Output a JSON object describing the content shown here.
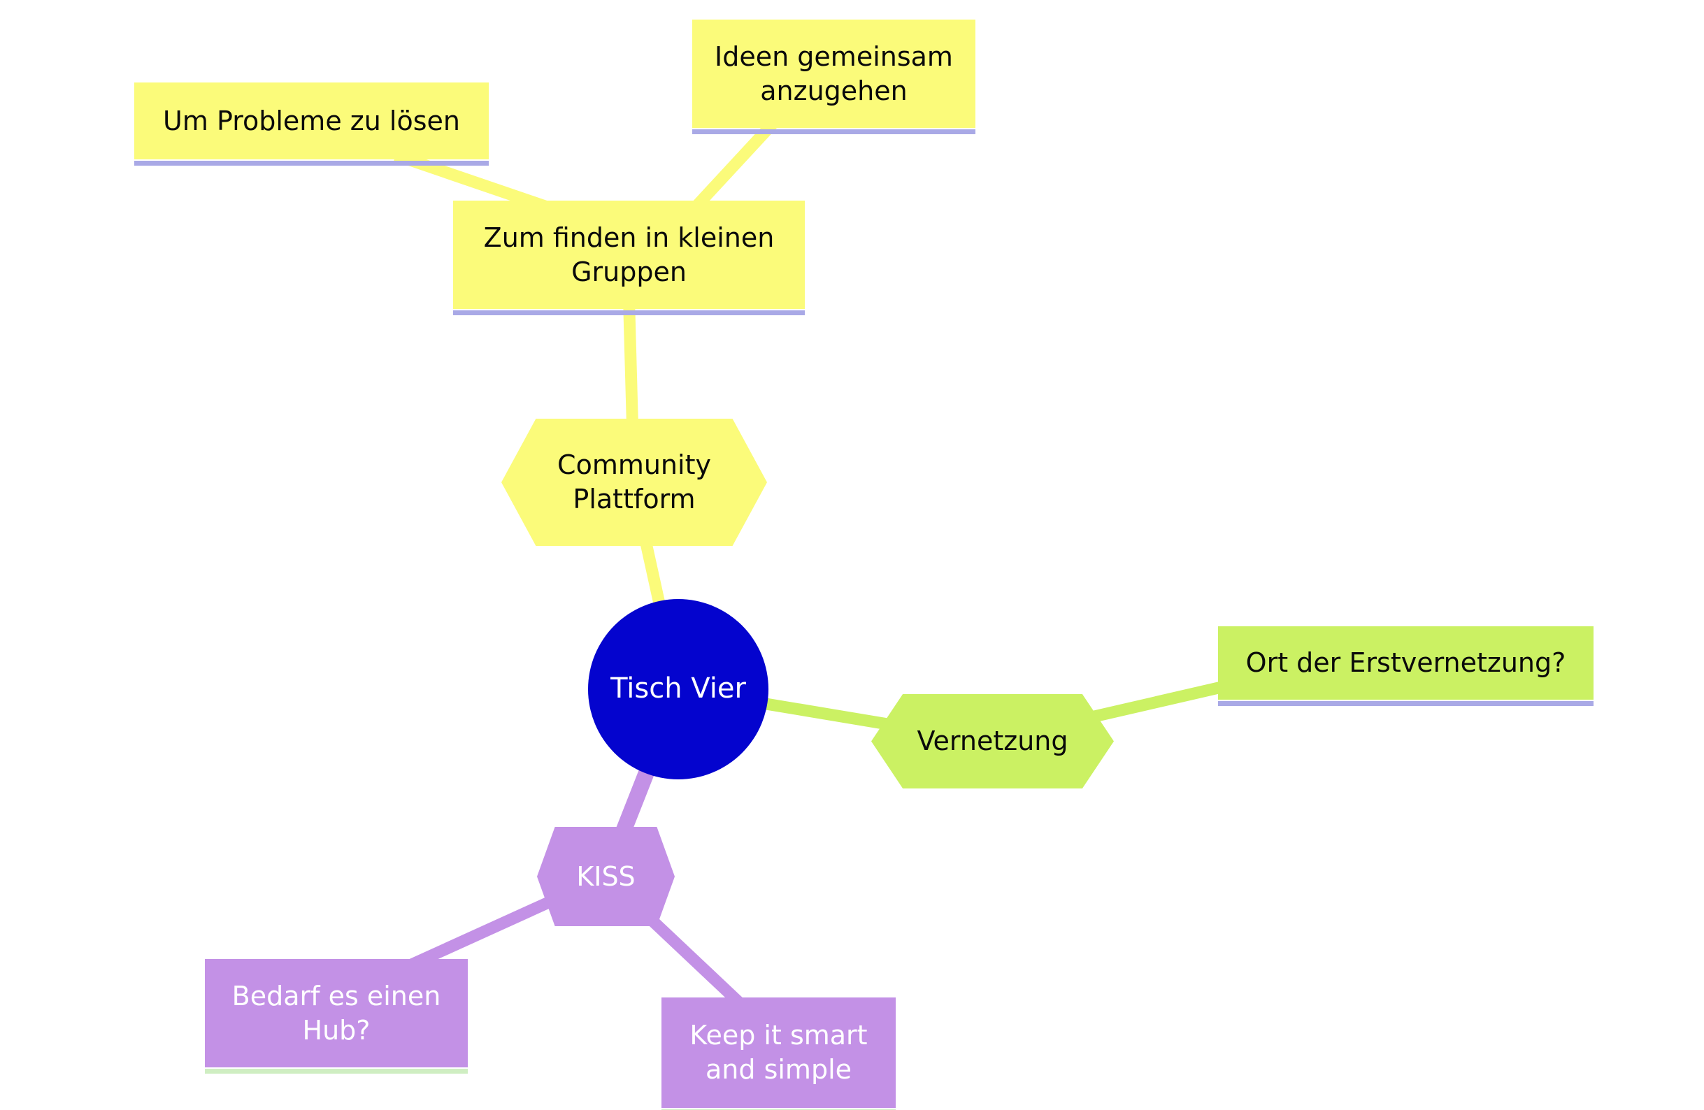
{
  "colors": {
    "yellow": "#FBFB7A",
    "green": "#CBF163",
    "purple": "#C391E6",
    "blue": "#0404CE",
    "underline_lavender": "#A9A9E6",
    "underline_palegreen": "#CFEEC2"
  },
  "nodes": {
    "tisch_vier": {
      "label": "Tisch Vier"
    },
    "community_plattform": {
      "label": "Community Plattform"
    },
    "zum_finden": {
      "label": "Zum finden in kleinen Gruppen"
    },
    "um_probleme": {
      "label": "Um Probleme zu lösen"
    },
    "ideen": {
      "label": "Ideen gemeinsam anzugehen"
    },
    "vernetzung": {
      "label": "Vernetzung"
    },
    "ort_erstvernetzung": {
      "label": "Ort der Erstvernetzung?"
    },
    "kiss": {
      "label": "KISS"
    },
    "bedarf_hub": {
      "label": "Bedarf es einen Hub?"
    },
    "keep_it_smart": {
      "label": "Keep it smart and simple"
    }
  }
}
